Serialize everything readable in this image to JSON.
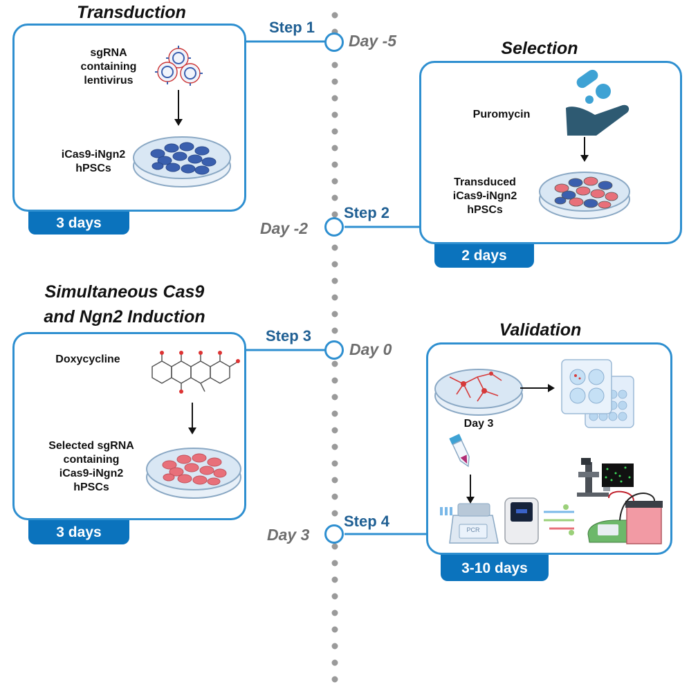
{
  "timeline": {
    "steps": [
      {
        "step": "Step 1",
        "day": "Day -5"
      },
      {
        "step": "Step 2",
        "day": "Day -2"
      },
      {
        "step": "Step 3",
        "day": "Day 0"
      },
      {
        "step": "Step 4",
        "day": "Day 3"
      }
    ]
  },
  "panels": {
    "transduction": {
      "title": "Transduction",
      "virus_label": "sgRNA\ncontaining\nlentivirus",
      "cell_label": "iCas9-iNgn2\nhPSCs",
      "duration": "3 days"
    },
    "selection": {
      "title": "Selection",
      "drug_label": "Puromycin",
      "cell_label": "Transduced\niCas9-iNgn2\nhPSCs",
      "duration": "2 days"
    },
    "induction": {
      "title": "Simultaneous Cas9\nand Ngn2 Induction",
      "drug_label": "Doxycycline",
      "cell_label": "Selected sgRNA\ncontaining\niCas9-iNgn2\nhPSCs",
      "duration": "3 days"
    },
    "validation": {
      "title": "Validation",
      "day_label": "Day 3",
      "pcr_label": "PCR",
      "duration": "3-10 days"
    }
  },
  "colors": {
    "accent_blue": "#2e8fd0",
    "tab_blue": "#0b73bd",
    "step_text": "#1f5f93",
    "day_text": "#6e6e6e",
    "undifferentiated_cell": "#3a5fae",
    "transduced_cell": "#e8707a",
    "neuron": "#d63a3a"
  }
}
